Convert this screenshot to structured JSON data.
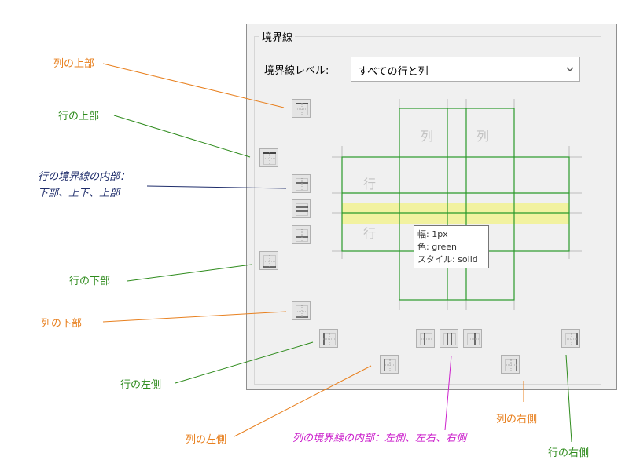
{
  "dialog": {
    "group_title": "境界線",
    "level_label": "境界線レベル:",
    "level_value": "すべての行と列",
    "chevron_icon": "chevron-down-icon"
  },
  "preview": {
    "column_label": "列",
    "row_label": "行",
    "tooltip": {
      "width": "幅: 1px",
      "color": "色: green",
      "style": "スタイル: solid"
    }
  },
  "colors": {
    "grid_green": "#2a9a2a",
    "highlight": "#f2f2a0",
    "orange": "#e8801f",
    "green": "#2e8b1c",
    "navy": "#1f2d6b",
    "magenta": "#cc22cc"
  },
  "annotations": {
    "column_top": "列の上部",
    "row_top": "行の上部",
    "row_inner_line1": "行の境界線の内部：",
    "row_inner_line2": "下部、上下、上部",
    "row_bottom": "行の下部",
    "column_bottom": "列の下部",
    "row_left": "行の左側",
    "column_left": "列の左側",
    "column_inner": "列の境界線の内部：左側、左右、右側",
    "column_right": "列の右側",
    "row_right": "行の右側"
  }
}
